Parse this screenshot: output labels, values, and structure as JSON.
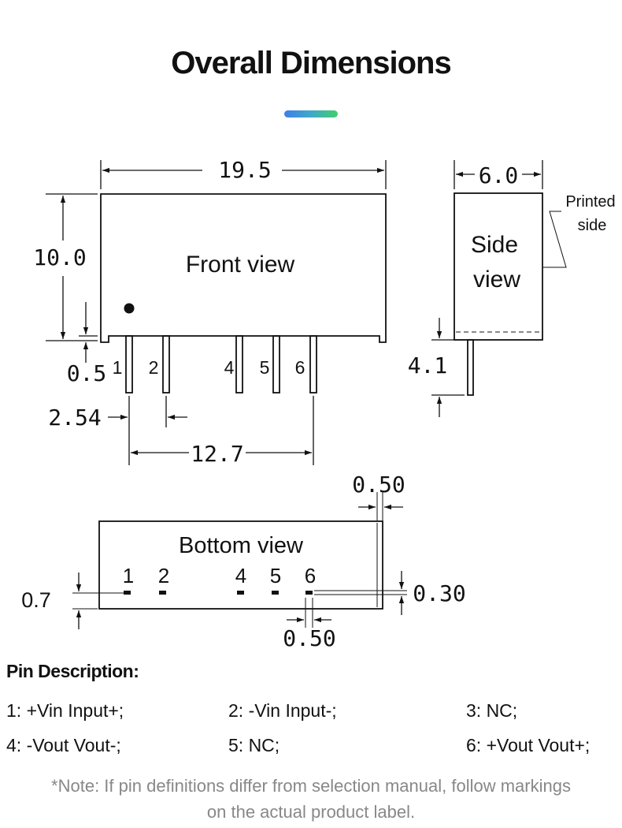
{
  "header": {
    "title": "Overall Dimensions",
    "accent_colors": [
      "#3f7fe6",
      "#3fd06a"
    ]
  },
  "front_view": {
    "label": "Front view",
    "pins": [
      "1",
      "2",
      "4",
      "5",
      "6"
    ],
    "dims": {
      "width": "19.5",
      "height": "10.0",
      "standoff": "0.5",
      "pitch": "2.54",
      "span": "12.7"
    }
  },
  "side_view": {
    "label_line1": "Side",
    "label_line2": "view",
    "printed_line1": "Printed",
    "printed_line2": "side",
    "dims": {
      "thickness": "6.0",
      "pin_length": "4.1"
    }
  },
  "bottom_view": {
    "label": "Bottom view",
    "pins": [
      "1",
      "2",
      "4",
      "5",
      "6"
    ],
    "dims": {
      "edge": "0.50",
      "row_offset": "0.7",
      "pin_thickness": "0.30",
      "pin_width": "0.50"
    }
  },
  "pin_description": {
    "title": "Pin Description:",
    "items": [
      "1: +Vin Input+;",
      "2: -Vin Input-;",
      "3: NC;",
      "4: -Vout Vout-;",
      "5: NC;",
      "6: +Vout Vout+;"
    ]
  },
  "note": {
    "line1": "*Note: If pin definitions differ from selection manual, follow markings",
    "line2": "on the actual product label."
  }
}
